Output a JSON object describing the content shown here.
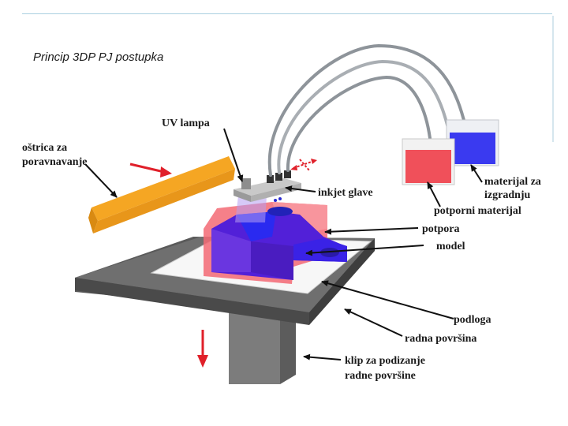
{
  "slide": {
    "title": "Princip 3DP PJ postupka"
  },
  "labels": {
    "uv_lamp": "UV lampa",
    "blade_line1": "oštrica za",
    "blade_line2": "poravnavanje",
    "inkjet_heads": "inkjet glave",
    "build_material_line1": "materijal za",
    "build_material_line2": "izgradnju",
    "support_material": "potporni materijal",
    "support": "potpora",
    "model": "model",
    "substrate": "podloga",
    "work_surface": "radna površina",
    "lift_line1": "klip za podizanje",
    "lift_line2": "radne površine"
  },
  "colors": {
    "blade": "#f5a623",
    "support": "#f0606e",
    "model": "#5b2bd6",
    "platform": "#6e6e6e",
    "arrow_red": "#e0202a",
    "build_tank": "#3a3af0",
    "support_tank": "#f0505a"
  }
}
